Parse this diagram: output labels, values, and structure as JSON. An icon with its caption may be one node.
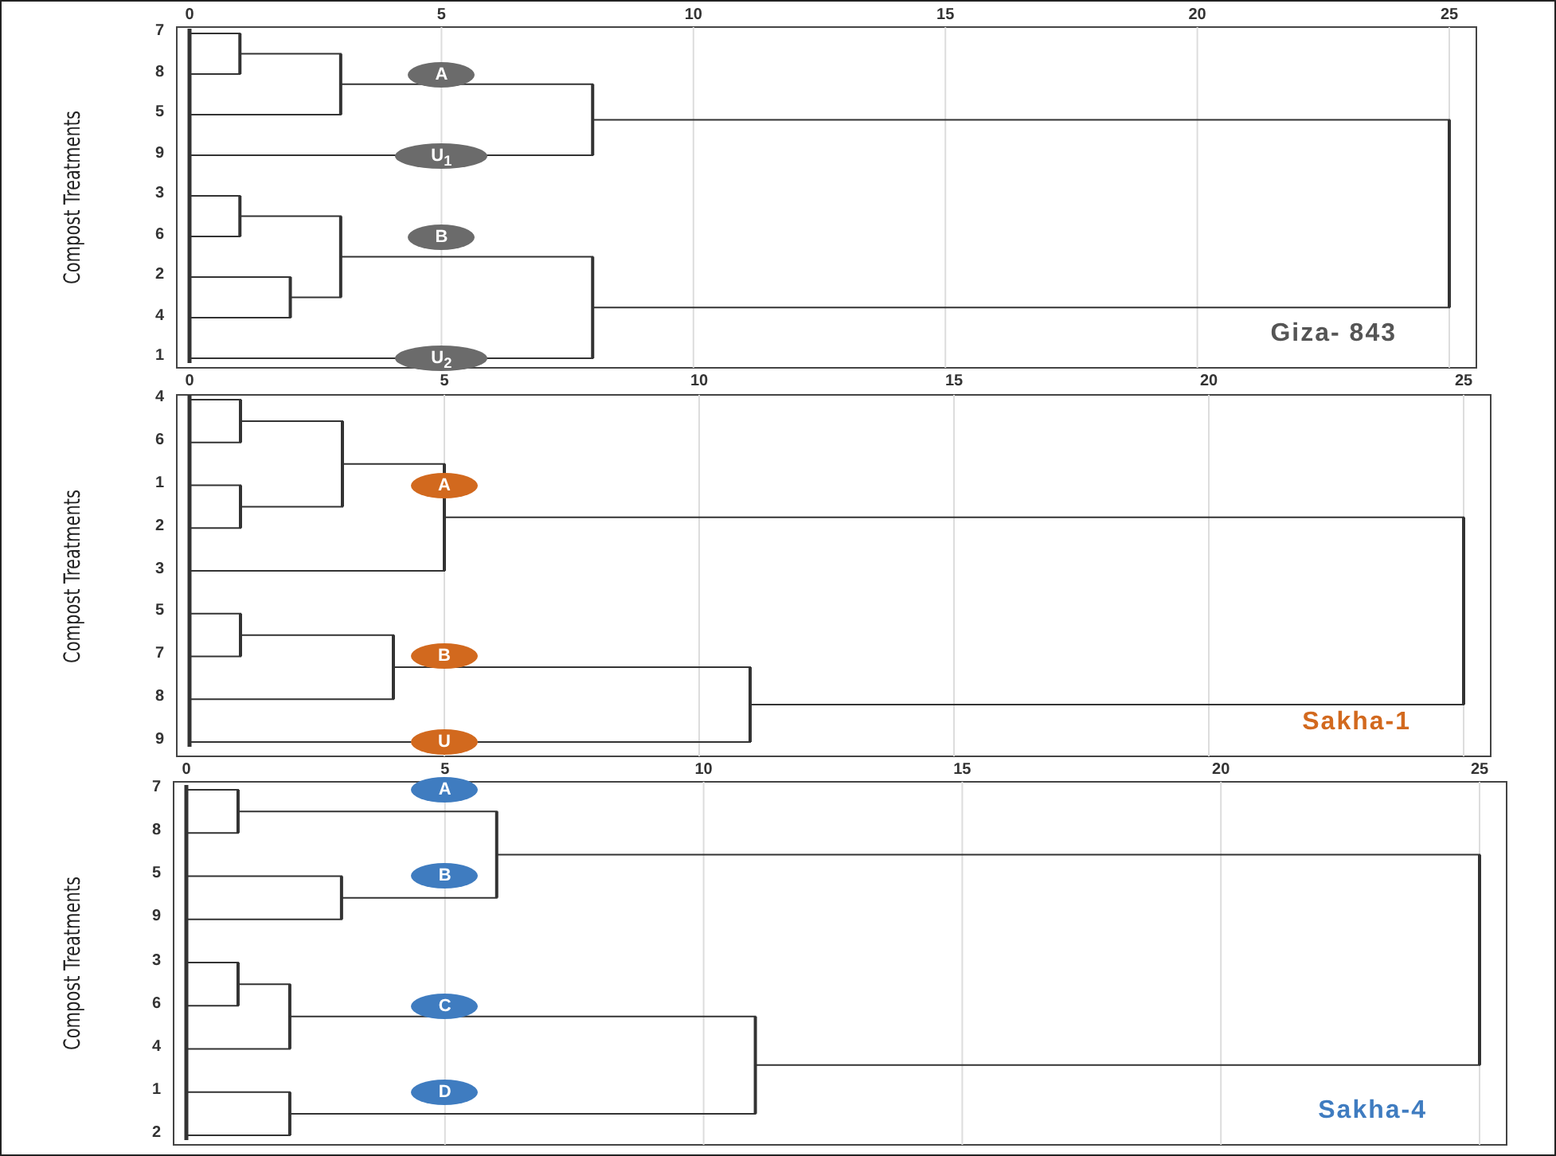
{
  "diagram": {
    "nodes": [
      {
        "text": [
          "A"
        ]
      },
      {
        "text": [
          "U$_{1}$"
        ]
      },
      {
        "text": [
          "B"
        ]
      },
      {
        "text": [
          "U$_{2}$"
        ]
      },
      {
        "text": [
          "A"
        ]
      },
      {
        "text": [
          "B"
        ]
      },
      {
        "text": [
          "U"
        ]
      },
      {
        "text": [
          "A"
        ]
      },
      {
        "text": [
          "B"
        ]
      },
      {
        "text": [
          "C"
        ]
      },
      {
        "text": [
          "D"
        ]
      }
    ],
    "labels": [
      "0",
      "5",
      "10",
      "15",
      "20",
      "25",
      "Compost Treatments",
      "7",
      "8",
      "5",
      "9",
      "3",
      "6",
      "2",
      "4",
      "1",
      "Giza- 843",
      "0",
      "5",
      "10",
      "15",
      "20",
      "25",
      "Compost Treatments",
      "4",
      "6",
      "1",
      "2",
      "3",
      "5",
      "7",
      "8",
      "9",
      "Sakha-1",
      "0",
      "5",
      "10",
      "15",
      "20",
      "25",
      "Compost Treatments",
      "7",
      "8",
      "5",
      "9",
      "3",
      "6",
      "4",
      "1",
      "2",
      "Sakha-4"
    ]
  }
}
